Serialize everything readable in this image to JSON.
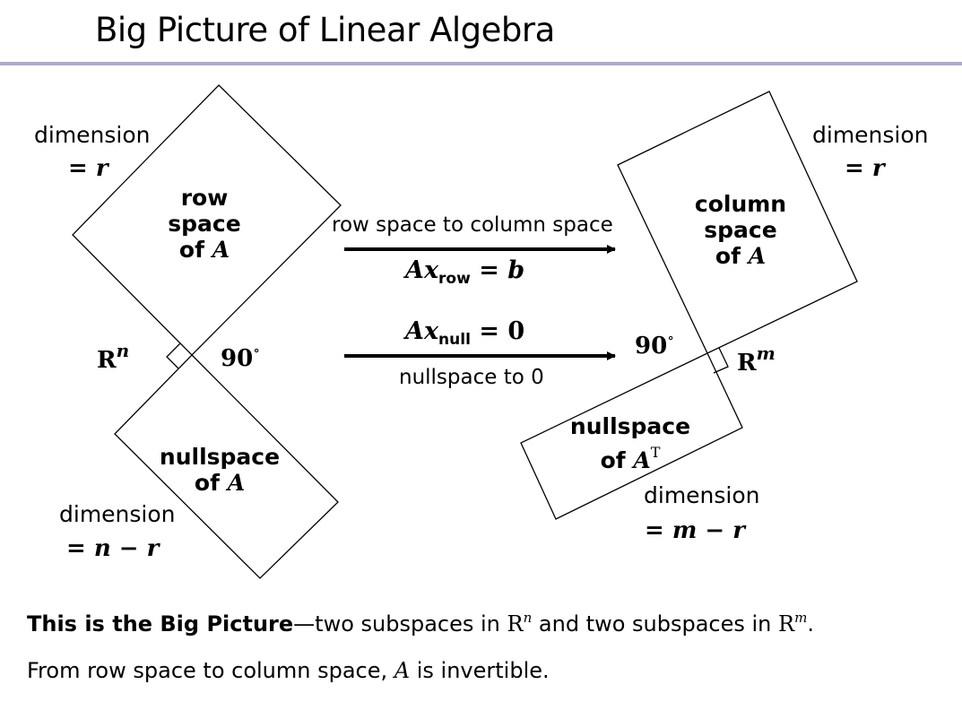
{
  "header": {
    "title": "Big Picture of Linear Algebra",
    "rule_color": "#adadc6"
  },
  "diagram": {
    "left": {
      "space_label": "R",
      "space_exp": "n",
      "angle": "90",
      "angle_unit": "∘",
      "row_space": {
        "line1": "row",
        "line2": "space",
        "line3_prefix": "of",
        "line3_var": "A",
        "dimension_label": "dimension",
        "dimension_value": "= r"
      },
      "nullspace": {
        "line1": "nullspace",
        "line2_prefix": "of",
        "line2_var": "A",
        "dimension_label": "dimension",
        "dimension_value": "= n − r"
      }
    },
    "right": {
      "space_label": "R",
      "space_exp": "m",
      "angle": "90",
      "angle_unit": "∘",
      "column_space": {
        "line1": "column",
        "line2": "space",
        "line3_prefix": "of",
        "line3_var": "A",
        "dimension_label": "dimension",
        "dimension_value": "= r"
      },
      "left_nullspace": {
        "line1": "nullspace",
        "line2_prefix": "of",
        "line2_var": "A",
        "line2_sup": "T",
        "dimension_label": "dimension",
        "dimension_value": "= m − r"
      }
    },
    "arrows": [
      {
        "caption_above": "row space to column space",
        "eq_lhs": "Ax",
        "eq_sub": "row",
        "eq_rhs": "= b"
      },
      {
        "eq_lhs": "Ax",
        "eq_sub": "null",
        "eq_rhs": "= 0",
        "caption_below": "nullspace to 0"
      }
    ]
  },
  "footer": {
    "line1_bold": "This is the Big Picture",
    "line1_dash": "—two subspaces in ",
    "line1_r1": "R",
    "line1_r1_exp": "n",
    "line1_mid": " and two subspaces in ",
    "line1_r2": "R",
    "line1_r2_exp": "m",
    "line1_end": ".",
    "line2_pre": "From row space to column space, ",
    "line2_var": "A",
    "line2_post": " is invertible."
  }
}
